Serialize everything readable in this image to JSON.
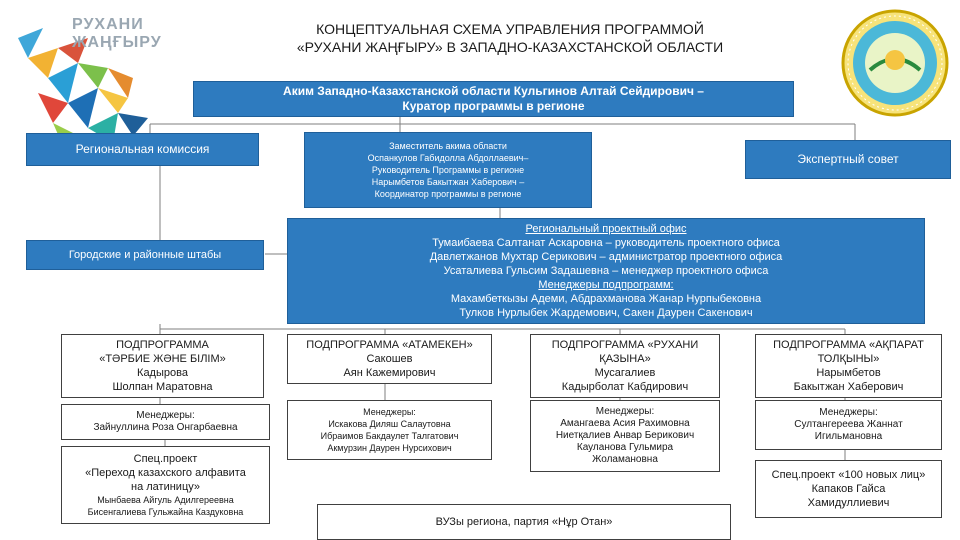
{
  "title": {
    "line1": "КОНЦЕПТУАЛЬНАЯ СХЕМА УПРАВЛЕНИЯ ПРОГРАММОЙ",
    "line2": "«РУХАНИ ЖАҢҒЫРУ» В ЗАПАДНО-КАЗАХСТАНСКОЙ ОБЛАСТИ"
  },
  "logo": {
    "line1": "РУХАНИ",
    "line2": "ЖАҢҒЫРУ"
  },
  "colors": {
    "box_blue": "#2e7bbf",
    "box_border": "#1f5f99",
    "white_border": "#404040",
    "title_text": "#1a1a1a"
  },
  "akim": {
    "line1": "Аким Западно-Казахстанской области Кульгинов Алтай Сейдирович –",
    "line2": "Куратор программы в регионе"
  },
  "regional_commission": "Региональная комиссия",
  "deputy": {
    "line1": "Заместитель акима области",
    "line2": "Оспанкулов Габидолла Абдоллаевич–",
    "line3": "Руководитель Программы в регионе",
    "line4": "Нарымбетов Бакытжан Хаберович –",
    "line5": "Координатор программы в регионе"
  },
  "expert_council": "Экспертный совет",
  "city_district": "Городские и районные штабы",
  "project_office": {
    "heading": "Региональный проектный офис",
    "line1": "Тумаибаева Салтанат Аскаровна – руководитель проектного офиса",
    "line2": "Давлетжанов Мухтар Серикович – администратор проектного офиса",
    "line3": "Усаталиева Гульсим Задашевна – менеджер проектного офиса",
    "managers_heading": "Менеджеры подпрограмм:",
    "line4": "Махамбеткызы Адеми, Абдрахманова Жанар Нурпыбековна",
    "line5": "Тулков Нурлыбек Жардемович, Сакен Даурен Сакенович"
  },
  "subprograms": [
    {
      "line1": "ПОДПРОГРАММА",
      "line2": "«ТӘРБИЕ ЖӘНЕ БІЛІМ»",
      "line3": "Кадырова",
      "line4": "Шолпан Маратовна"
    },
    {
      "line1": "ПОДПРОГРАММА «АТАМЕКЕН»",
      "line2": "Сакошев",
      "line3": "Аян Кажемирович",
      "line4": ""
    },
    {
      "line1": "ПОДПРОГРАММА «РУХАНИ",
      "line2": "ҚАЗЫНА»",
      "line3": "Мусагалиев",
      "line4": "Кадырболат Кабдирович"
    },
    {
      "line1": "ПОДПРОГРАММА «АҚПАРАТ",
      "line2": "ТОЛҚЫНЫ»",
      "line3": "Нарымбетов",
      "line4": "Бакытжан Хаберович"
    }
  ],
  "managers": [
    {
      "heading": "Менеджеры:",
      "line1": "Зайнуллина Роза Онгарбаевна",
      "line2": "",
      "line3": "",
      "line4": ""
    },
    {
      "heading": "Менеджеры:",
      "line1": "Искакова Диляш Салаутовна",
      "line2": "Ибраимов Бакдаулет Талгатович",
      "line3": "Акмурзин Даурен Нурсихович",
      "line4": ""
    },
    {
      "heading": "Менеджеры:",
      "line1": "Амангаева Асия Рахимовна",
      "line2": "Ниетқалиев Анвар Берикович",
      "line3": "Кауланова Гульмира",
      "line4": "Жоламановна"
    },
    {
      "heading": "Менеджеры:",
      "line1": "Султангереева Жаннат",
      "line2": "Игильмановна",
      "line3": "",
      "line4": ""
    }
  ],
  "spec_project_1": {
    "line1": "Спец.проект",
    "line2": "«Переход казахского алфавита",
    "line3": "на латиницу»",
    "line4": "Мынбаева Айгуль Адилгереевна",
    "line5": "Бисенгалиева Гульжайна Каздуковна"
  },
  "spec_project_2": {
    "line1": "Спец.проект «100 новых лиц»",
    "line2": "Капаков Гайса",
    "line3": "Хамидуллиевич"
  },
  "universities": "ВУЗы региона, партия «Нұр Отан»"
}
